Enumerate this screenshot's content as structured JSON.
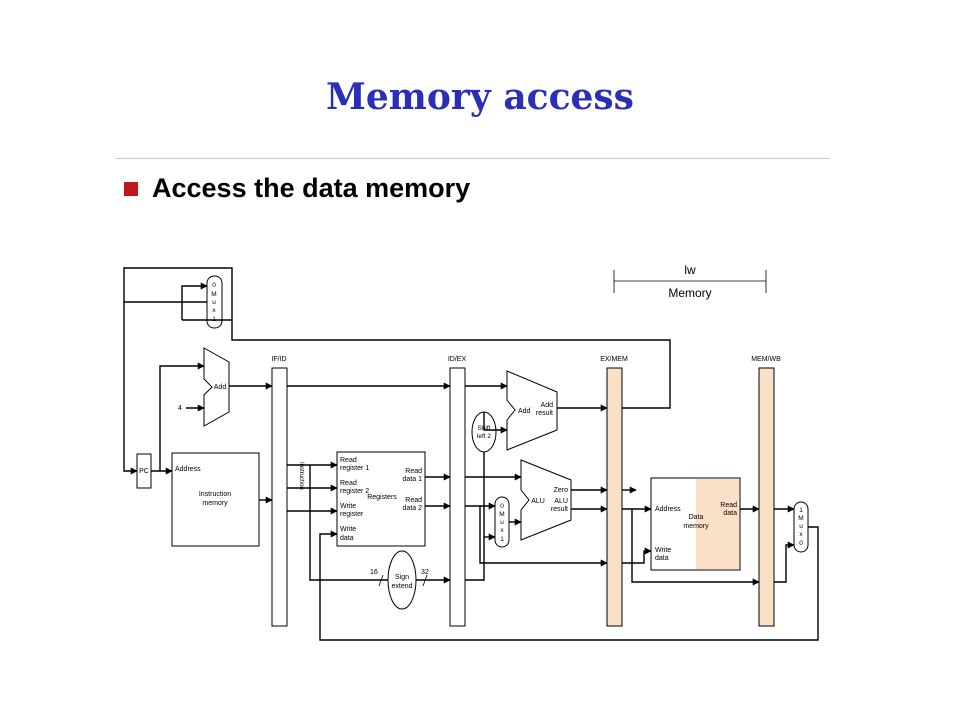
{
  "slide": {
    "title": "Memory access",
    "bullet": "Access the data memory",
    "accent_color": "#2a2fb8",
    "bullet_color": "#c0141e",
    "highlight_color": "#fbe0c8"
  },
  "diagram": {
    "stage_bracket": {
      "instruction": "lw",
      "stage": "Memory"
    },
    "pipeline_registers": [
      "IF/ID",
      "ID/EX",
      "EX/MEM",
      "MEM/WB"
    ],
    "pc": "PC",
    "add_if": "Add",
    "const_four": "4",
    "mux_top": [
      "0",
      "M",
      "u",
      "x",
      "1"
    ],
    "instruction_memory": {
      "address": "Address",
      "name_line1": "Instruction",
      "name_line2": "memory"
    },
    "instruction_label": "Instruction",
    "registers": {
      "read_reg1_l1": "Read",
      "read_reg1_l2": "register 1",
      "read_reg2_l1": "Read",
      "read_reg2_l2": "register 2",
      "write_reg_l1": "Write",
      "write_reg_l2": "register",
      "write_data_l1": "Write",
      "write_data_l2": "data",
      "name": "Registers",
      "read_data1_l1": "Read",
      "read_data1_l2": "data 1",
      "read_data2_l1": "Read",
      "read_data2_l2": "data 2"
    },
    "sign_extend": {
      "line1": "Sign",
      "line2": "extend",
      "in_bits": "16",
      "out_bits": "32"
    },
    "shift_left": {
      "line1": "Shift",
      "line2": "left 2"
    },
    "add_branch": {
      "name": "Add",
      "result_l1": "Add",
      "result_l2": "result"
    },
    "mux_alu": [
      "0",
      "M",
      "u",
      "x",
      "1"
    ],
    "alu": {
      "name": "ALU",
      "zero": "Zero",
      "result_l1": "ALU",
      "result_l2": "result"
    },
    "data_memory": {
      "address": "Address",
      "name_line1": "Data",
      "name_line2": "memory",
      "read_l1": "Read",
      "read_l2": "data",
      "write_l1": "Write",
      "write_l2": "data"
    },
    "mux_wb": [
      "1",
      "M",
      "u",
      "x",
      "0"
    ]
  }
}
